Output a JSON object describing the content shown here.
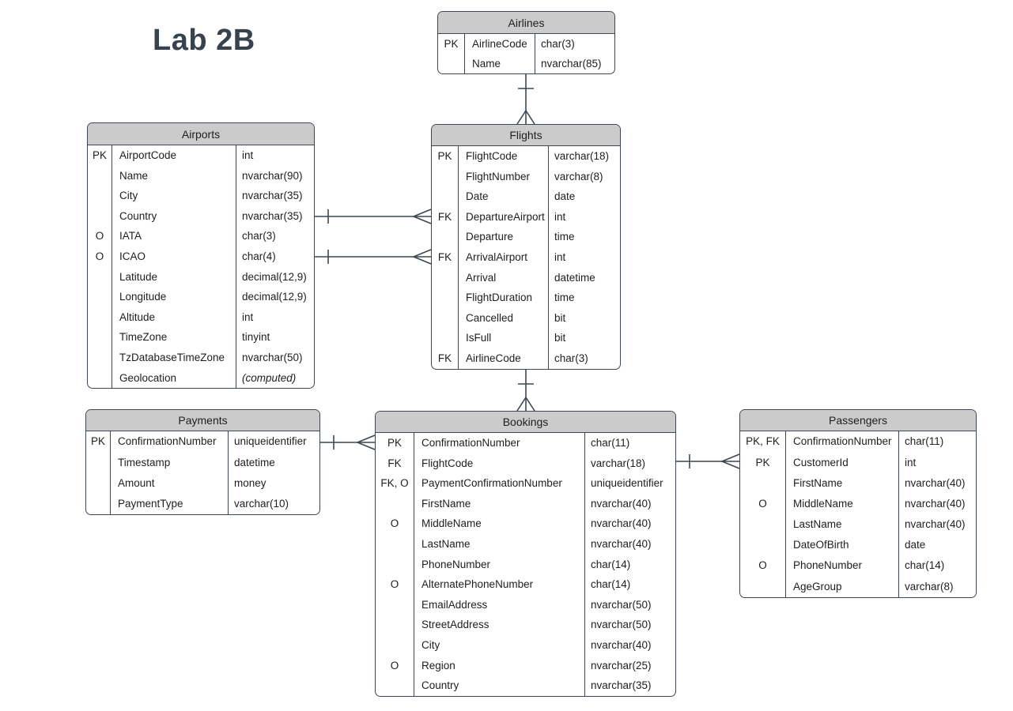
{
  "title": "Lab 2B",
  "colors": {
    "background": "#ffffff",
    "entity_border": "#3d4751",
    "entity_header_fill": "#cbcbcb",
    "connector": "#3d4751",
    "text": "#1e1e1e",
    "title_text": "#36424e"
  },
  "entities": [
    {
      "id": "airlines",
      "name": "Airlines",
      "attributes": [
        {
          "key": "PK",
          "field": "AirlineCode",
          "type": "char(3)"
        },
        {
          "key": "",
          "field": "Name",
          "type": "nvarchar(85)"
        }
      ]
    },
    {
      "id": "airports",
      "name": "Airports",
      "attributes": [
        {
          "key": "PK",
          "field": "AirportCode",
          "type": "int"
        },
        {
          "key": "",
          "field": "Name",
          "type": "nvarchar(90)"
        },
        {
          "key": "",
          "field": "City",
          "type": "nvarchar(35)"
        },
        {
          "key": "",
          "field": "Country",
          "type": "nvarchar(35)"
        },
        {
          "key": "O",
          "field": "IATA",
          "type": "char(3)"
        },
        {
          "key": "O",
          "field": "ICAO",
          "type": "char(4)"
        },
        {
          "key": "",
          "field": "Latitude",
          "type": "decimal(12,9)"
        },
        {
          "key": "",
          "field": "Longitude",
          "type": "decimal(12,9)"
        },
        {
          "key": "",
          "field": "Altitude",
          "type": "int"
        },
        {
          "key": "",
          "field": "TimeZone",
          "type": "tinyint"
        },
        {
          "key": "",
          "field": "TzDatabaseTimeZone",
          "type": "nvarchar(50)"
        },
        {
          "key": "",
          "field": "Geolocation",
          "type": "(computed)"
        }
      ]
    },
    {
      "id": "flights",
      "name": "Flights",
      "attributes": [
        {
          "key": "PK",
          "field": "FlightCode",
          "type": "varchar(18)"
        },
        {
          "key": "",
          "field": "FlightNumber",
          "type": "varchar(8)"
        },
        {
          "key": "",
          "field": "Date",
          "type": "date"
        },
        {
          "key": "FK",
          "field": "DepartureAirport",
          "type": "int"
        },
        {
          "key": "",
          "field": "Departure",
          "type": "time"
        },
        {
          "key": "FK",
          "field": "ArrivalAirport",
          "type": "int"
        },
        {
          "key": "",
          "field": "Arrival",
          "type": "datetime"
        },
        {
          "key": "",
          "field": "FlightDuration",
          "type": "time"
        },
        {
          "key": "",
          "field": "Cancelled",
          "type": "bit"
        },
        {
          "key": "",
          "field": "IsFull",
          "type": "bit"
        },
        {
          "key": "FK",
          "field": "AirlineCode",
          "type": "char(3)"
        }
      ]
    },
    {
      "id": "payments",
      "name": "Payments",
      "attributes": [
        {
          "key": "PK",
          "field": "ConfirmationNumber",
          "type": "uniqueidentifier"
        },
        {
          "key": "",
          "field": "Timestamp",
          "type": "datetime"
        },
        {
          "key": "",
          "field": "Amount",
          "type": "money"
        },
        {
          "key": "",
          "field": "PaymentType",
          "type": "varchar(10)"
        }
      ]
    },
    {
      "id": "bookings",
      "name": "Bookings",
      "attributes": [
        {
          "key": "PK",
          "field": "ConfirmationNumber",
          "type": "char(11)"
        },
        {
          "key": "FK",
          "field": "FlightCode",
          "type": "varchar(18)"
        },
        {
          "key": "FK, O",
          "field": "PaymentConfirmationNumber",
          "type": "uniqueidentifier"
        },
        {
          "key": "",
          "field": "FirstName",
          "type": "nvarchar(40)"
        },
        {
          "key": "O",
          "field": "MiddleName",
          "type": "nvarchar(40)"
        },
        {
          "key": "",
          "field": "LastName",
          "type": "nvarchar(40)"
        },
        {
          "key": "",
          "field": "PhoneNumber",
          "type": "char(14)"
        },
        {
          "key": "O",
          "field": "AlternatePhoneNumber",
          "type": "char(14)"
        },
        {
          "key": "",
          "field": "EmailAddress",
          "type": "nvarchar(50)"
        },
        {
          "key": "",
          "field": "StreetAddress",
          "type": "nvarchar(50)"
        },
        {
          "key": "",
          "field": "City",
          "type": "nvarchar(40)"
        },
        {
          "key": "O",
          "field": "Region",
          "type": "nvarchar(25)"
        },
        {
          "key": "",
          "field": "Country",
          "type": "nvarchar(35)"
        }
      ]
    },
    {
      "id": "passengers",
      "name": "Passengers",
      "attributes": [
        {
          "key": "PK, FK",
          "field": "ConfirmationNumber",
          "type": "char(11)"
        },
        {
          "key": "PK",
          "field": "CustomerId",
          "type": "int"
        },
        {
          "key": "",
          "field": "FirstName",
          "type": "nvarchar(40)"
        },
        {
          "key": "O",
          "field": "MiddleName",
          "type": "nvarchar(40)"
        },
        {
          "key": "",
          "field": "LastName",
          "type": "nvarchar(40)"
        },
        {
          "key": "",
          "field": "DateOfBirth",
          "type": "date"
        },
        {
          "key": "O",
          "field": "PhoneNumber",
          "type": "char(14)"
        },
        {
          "key": "",
          "field": "AgeGroup",
          "type": "varchar(8)"
        }
      ]
    }
  ],
  "relationships": [
    {
      "id": "airlines-flights",
      "from": "Airlines",
      "to": "Flights",
      "from_cardinality": "one",
      "to_cardinality": "many"
    },
    {
      "id": "airports-flights-departure",
      "from": "Airports",
      "to": "Flights",
      "from_cardinality": "one",
      "to_cardinality": "many"
    },
    {
      "id": "airports-flights-arrival",
      "from": "Airports",
      "to": "Flights",
      "from_cardinality": "one",
      "to_cardinality": "many"
    },
    {
      "id": "flights-bookings",
      "from": "Flights",
      "to": "Bookings",
      "from_cardinality": "one",
      "to_cardinality": "many"
    },
    {
      "id": "payments-bookings",
      "from": "Payments",
      "to": "Bookings",
      "from_cardinality": "one",
      "to_cardinality": "many"
    },
    {
      "id": "bookings-passengers",
      "from": "Bookings",
      "to": "Passengers",
      "from_cardinality": "one",
      "to_cardinality": "many"
    }
  ]
}
